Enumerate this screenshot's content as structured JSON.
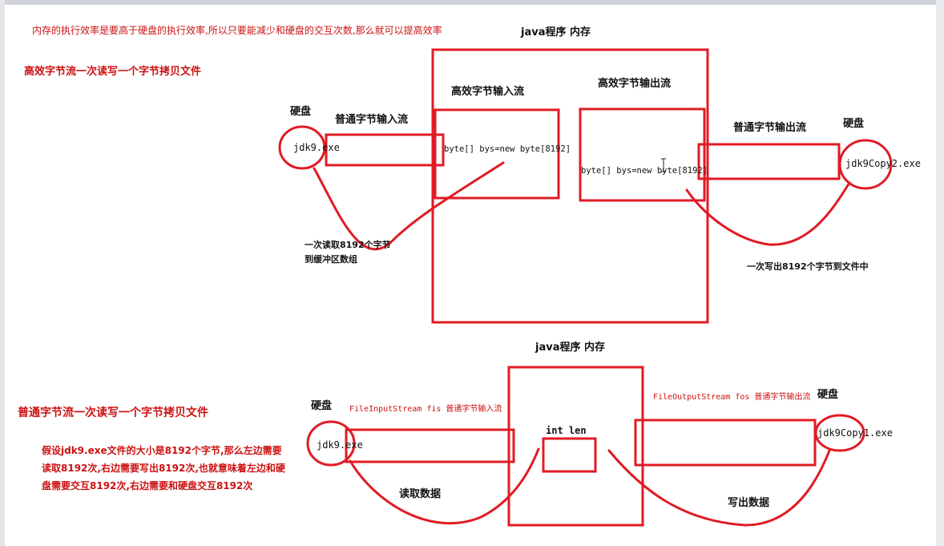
{
  "colors": {
    "stroke": "#e01b24",
    "text_red": "#cc1111",
    "text_black": "#111111"
  },
  "header_note": "内存的执行效率是要高于硬盘的执行效率,所以只要能减少和硬盘的交互次数,那么就可以提高效率",
  "top": {
    "section_title": "高效字节流一次读写一个字节拷贝文件",
    "program_label": "java程序   内存",
    "disk_left_label": "硬盘",
    "disk_left_file": "jdk9.exe",
    "basic_input_label": "普通字节输入流",
    "buffered_input_label": "高效字节输入流",
    "buffered_input_code": "byte[] bys=new byte[8192]",
    "buffered_output_label": "高效字节输出流",
    "buffered_output_code": "byte[] bys=new byte[8192]",
    "basic_output_label": "普通字节输出流",
    "disk_right_label": "硬盘",
    "disk_right_file": "jdk9Copy2.exe",
    "read_note_line1": "一次读取8192个字节",
    "read_note_line2": "到缓冲区数组",
    "write_note": "一次写出8192个字节到文件中"
  },
  "bottom": {
    "section_title": "普通字节流一次读写一个字节拷贝文件",
    "explanation_line1": "假设jdk9.exe文件的大小是8192个字节,那么左边需要",
    "explanation_line2": "读取8192次,右边需要写出8192次,也就意味着左边和硬",
    "explanation_line3": "盘需要交互8192次,右边需要和硬盘交互8192次",
    "program_label": "java程序   内存",
    "disk_left_label": "硬盘",
    "disk_left_file": "jdk9.exe",
    "input_stream_label": "FileInputStream fis 普通字节输入流",
    "var_label": "int len",
    "output_stream_label": "FileOutputStream fos 普通字节输出流",
    "disk_right_label": "硬盘",
    "disk_right_file": "jdk9Copy1.exe",
    "read_label": "读取数据",
    "write_label": "写出数据"
  }
}
